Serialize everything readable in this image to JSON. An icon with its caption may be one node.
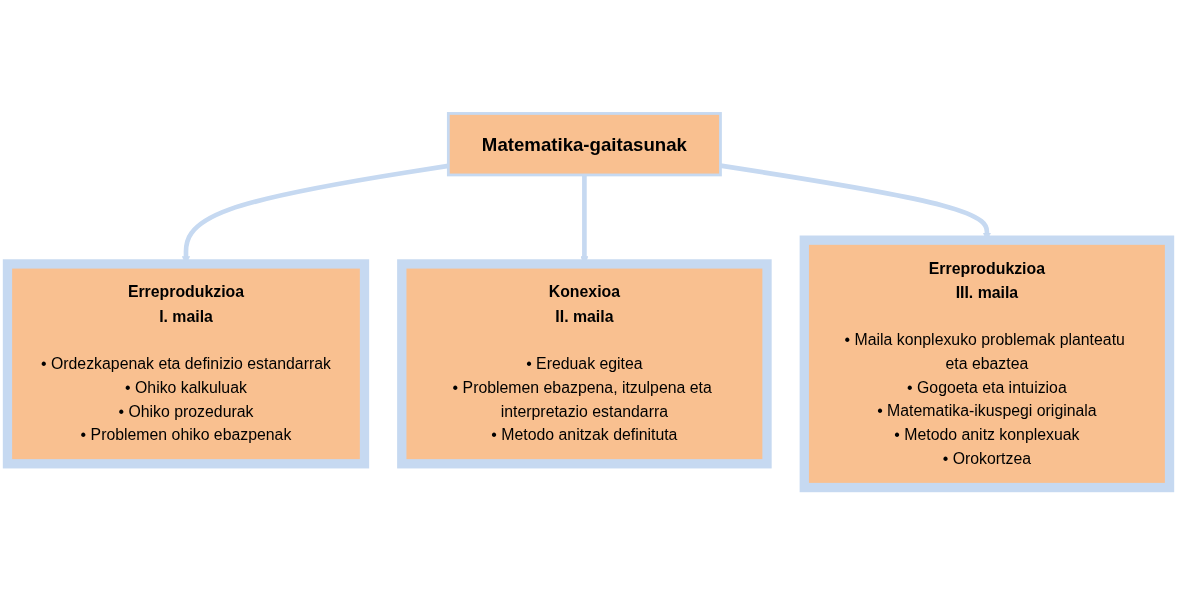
{
  "diagram": {
    "nodes": [
      {
        "text": [
          "Matematika-gaitasunak"
        ]
      },
      {
        "text": [
          "Erreprodukzioa",
          "I. maila",
          "• Ordezkapenak eta definizio estandarrak",
          "• Ohiko kalkuluak",
          "• Ohiko prozedurak",
          "• Problemen ohiko ebazpenak"
        ]
      },
      {
        "text": [
          "Konexioa",
          "II. maila",
          "• Ereduak egitea",
          "• Problemen ebazpena, itzulpena eta interpretazio estandarra",
          "• Metodo anitzak definituta"
        ]
      },
      {
        "text": [
          "Erreprodukzioa",
          "III. maila",
          "• Maila konplexuko problemak planteatu eta ebaztea",
          "• Gogoeta eta intuizioa",
          "• Matematika-ikuspegi originala",
          "• Metodo anitz konplexuak",
          "• Orokortzea"
        ]
      }
    ],
    "edges": [
      {
        "from": 0,
        "to": 1,
        "arrow": "to"
      },
      {
        "from": 0,
        "to": 2,
        "arrow": "to"
      },
      {
        "from": 0,
        "to": 3,
        "arrow": "to"
      }
    ]
  }
}
